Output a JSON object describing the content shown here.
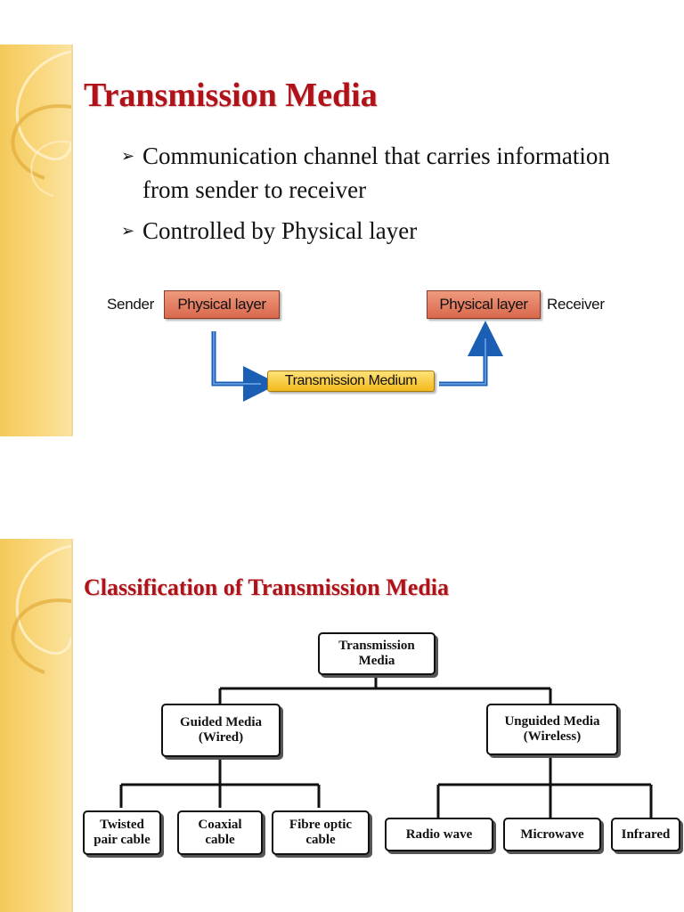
{
  "slide1": {
    "title": "Transmission Media",
    "bullets": [
      {
        "line1": "Communication channel that carries information",
        "line2": "from sender to receiver"
      },
      {
        "line1": "Controlled by Physical layer"
      }
    ],
    "bullet_marker": "➢",
    "diagram": {
      "sender_label": "Sender",
      "sender_box": "Physical layer",
      "receiver_box": "Physical layer",
      "receiver_label": "Receiver",
      "medium": "Transmission Medium",
      "colors": {
        "physical_layer": "#e07b5f",
        "medium": "#f6c531",
        "arrow": "#1a5fb4"
      }
    }
  },
  "slide2": {
    "title": "Classification of Transmission Media",
    "root": {
      "line1": "Transmission",
      "line2": "Media"
    },
    "guided": {
      "line1": "Guided Media",
      "line2": "(Wired)"
    },
    "unguided": {
      "line1": "Unguided Media",
      "line2": "(Wireless)"
    },
    "guided_children": [
      {
        "line1": "Twisted",
        "line2": "pair cable"
      },
      {
        "line1": "Coaxial",
        "line2": "cable"
      },
      {
        "line1": "Fibre optic",
        "line2": "cable"
      }
    ],
    "unguided_children": [
      {
        "line1": "Radio wave"
      },
      {
        "line1": "Microwave"
      },
      {
        "line1": "Infrared"
      }
    ]
  },
  "theme": {
    "title_color": "#b0121a",
    "band_color": "#f6cd62"
  }
}
